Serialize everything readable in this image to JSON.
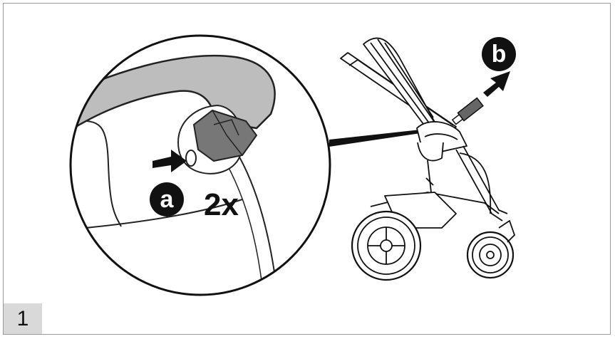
{
  "step": {
    "number": "1"
  },
  "labels": {
    "a": "a",
    "b": "b",
    "count": "2x"
  },
  "colors": {
    "ink": "#111111",
    "handlebar": "#bdbdbd",
    "step_bg": "#d9d9d9",
    "frame": "#9a9a9a"
  }
}
